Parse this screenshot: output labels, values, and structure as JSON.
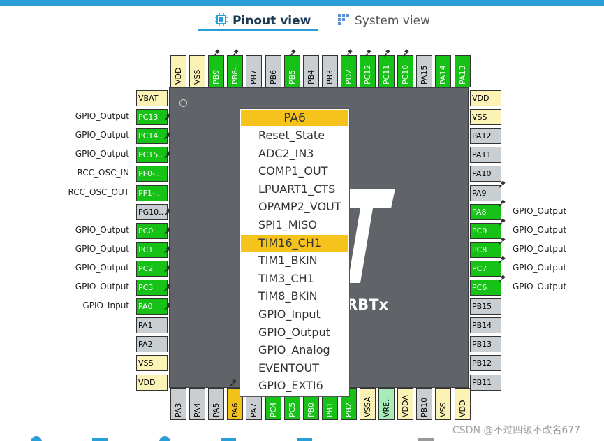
{
  "tabs": {
    "pinout": "Pinout view",
    "system": "System view"
  },
  "chip": {
    "part": "RBTx",
    "part_sub": "!",
    "top_pins": [
      {
        "label": "VDD",
        "color": "yellow",
        "pinned": false
      },
      {
        "label": "VSS",
        "color": "yellow",
        "pinned": false
      },
      {
        "label": "PB9",
        "color": "green",
        "pinned": true
      },
      {
        "label": "PB8-.",
        "color": "green",
        "pinned": true
      },
      {
        "label": "PB7",
        "color": "gray",
        "pinned": false
      },
      {
        "label": "PB6",
        "color": "gray",
        "pinned": false
      },
      {
        "label": "PB5",
        "color": "green",
        "pinned": true
      },
      {
        "label": "PB4",
        "color": "gray",
        "pinned": false
      },
      {
        "label": "PB3",
        "color": "gray",
        "pinned": false
      },
      {
        "label": "PD2",
        "color": "green",
        "pinned": true
      },
      {
        "label": "PC12",
        "color": "green",
        "pinned": true
      },
      {
        "label": "PC11",
        "color": "green",
        "pinned": true
      },
      {
        "label": "PC10",
        "color": "green",
        "pinned": true
      },
      {
        "label": "PA15",
        "color": "gray",
        "pinned": false
      },
      {
        "label": "PA14",
        "color": "green",
        "pinned": false
      },
      {
        "label": "PA13",
        "color": "green",
        "pinned": false
      }
    ],
    "left_pins": [
      {
        "label": "VBAT",
        "color": "yellow",
        "signal": "",
        "pinned": false
      },
      {
        "label": "PC13",
        "color": "green",
        "signal": "GPIO_Output",
        "pinned": true
      },
      {
        "label": "PC14..",
        "color": "green",
        "signal": "GPIO_Output",
        "pinned": true
      },
      {
        "label": "PC15..",
        "color": "green",
        "signal": "GPIO_Output",
        "pinned": true
      },
      {
        "label": "PF0-..",
        "color": "green",
        "signal": "RCC_OSC_IN",
        "pinned": false
      },
      {
        "label": "PF1-..",
        "color": "green",
        "signal": "RCC_OSC_OUT",
        "pinned": false
      },
      {
        "label": "PG10..",
        "color": "gray",
        "signal": "",
        "pinned": true
      },
      {
        "label": "PC0",
        "color": "green",
        "signal": "GPIO_Output",
        "pinned": true
      },
      {
        "label": "PC1",
        "color": "green",
        "signal": "GPIO_Output",
        "pinned": true
      },
      {
        "label": "PC2",
        "color": "green",
        "signal": "GPIO_Output",
        "pinned": true
      },
      {
        "label": "PC3",
        "color": "green",
        "signal": "GPIO_Output",
        "pinned": true
      },
      {
        "label": "PA0",
        "color": "green",
        "signal": "GPIO_Input",
        "pinned": true
      },
      {
        "label": "PA1",
        "color": "gray",
        "signal": "",
        "pinned": false
      },
      {
        "label": "PA2",
        "color": "gray",
        "signal": "",
        "pinned": false
      },
      {
        "label": "VSS",
        "color": "yellow",
        "signal": "",
        "pinned": false
      },
      {
        "label": "VDD",
        "color": "yellow",
        "signal": "",
        "pinned": false
      }
    ],
    "right_pins": [
      {
        "label": "VDD",
        "color": "yellow",
        "signal": "",
        "pinned": false
      },
      {
        "label": "VSS",
        "color": "yellow",
        "signal": "",
        "pinned": false
      },
      {
        "label": "PA12",
        "color": "gray",
        "signal": "",
        "pinned": false
      },
      {
        "label": "PA11",
        "color": "gray",
        "signal": "",
        "pinned": false
      },
      {
        "label": "PA10",
        "color": "gray",
        "signal": "",
        "pinned": false
      },
      {
        "label": "PA9",
        "color": "gray",
        "signal": "",
        "pinned": true
      },
      {
        "label": "PA8",
        "color": "green",
        "signal": "GPIO_Output",
        "pinned": true
      },
      {
        "label": "PC9",
        "color": "green",
        "signal": "GPIO_Output",
        "pinned": true
      },
      {
        "label": "PC8",
        "color": "green",
        "signal": "GPIO_Output",
        "pinned": true
      },
      {
        "label": "PC7",
        "color": "green",
        "signal": "GPIO_Output",
        "pinned": true
      },
      {
        "label": "PC6",
        "color": "green",
        "signal": "GPIO_Output",
        "pinned": true
      },
      {
        "label": "PB15",
        "color": "gray",
        "signal": "",
        "pinned": false
      },
      {
        "label": "PB14",
        "color": "gray",
        "signal": "",
        "pinned": false
      },
      {
        "label": "PB13",
        "color": "gray",
        "signal": "",
        "pinned": false
      },
      {
        "label": "PB12",
        "color": "gray",
        "signal": "",
        "pinned": false
      },
      {
        "label": "PB11",
        "color": "gray",
        "signal": "",
        "pinned": false
      }
    ],
    "bottom_pins": [
      {
        "label": "PA3",
        "color": "gray",
        "pinned": false
      },
      {
        "label": "PA4",
        "color": "gray",
        "pinned": false
      },
      {
        "label": "PA5",
        "color": "gray",
        "pinned": false
      },
      {
        "label": "PA6",
        "color": "orange",
        "pinned": true
      },
      {
        "label": "PA7",
        "color": "gray",
        "pinned": false
      },
      {
        "label": "PC4",
        "color": "green",
        "pinned": false
      },
      {
        "label": "PC5",
        "color": "green",
        "pinned": false
      },
      {
        "label": "PB0",
        "color": "green",
        "pinned": false
      },
      {
        "label": "PB1",
        "color": "green",
        "pinned": false
      },
      {
        "label": "PB2",
        "color": "green",
        "pinned": true
      },
      {
        "label": "VSSA",
        "color": "yellow",
        "pinned": false
      },
      {
        "label": "VRE..",
        "color": "lgreen",
        "pinned": false
      },
      {
        "label": "VDDA",
        "color": "yellow",
        "pinned": false
      },
      {
        "label": "PB10",
        "color": "gray",
        "pinned": false
      },
      {
        "label": "VSS",
        "color": "yellow",
        "pinned": false
      },
      {
        "label": "VDD",
        "color": "yellow",
        "pinned": false
      }
    ]
  },
  "menu": {
    "title": "PA6",
    "items": [
      "Reset_State",
      "ADC2_IN3",
      "COMP1_OUT",
      "LPUART1_CTS",
      "OPAMP2_VOUT",
      "SPI1_MISO",
      "TIM16_CH1",
      "TIM1_BKIN",
      "TIM3_CH1",
      "TIM8_BKIN",
      "GPIO_Input",
      "GPIO_Output",
      "GPIO_Analog",
      "EVENTOUT",
      "GPIO_EXTI6"
    ],
    "selected": "TIM16_CH1"
  },
  "watermark": "CSDN @不过四级不改名677",
  "colors": {
    "accent": "#2a9fd6",
    "chip": "#606468",
    "pin_green": "#15c215",
    "pin_gray": "#c8ced2",
    "pin_yellow": "#fbf3b6",
    "selected": "#f5c31b"
  }
}
